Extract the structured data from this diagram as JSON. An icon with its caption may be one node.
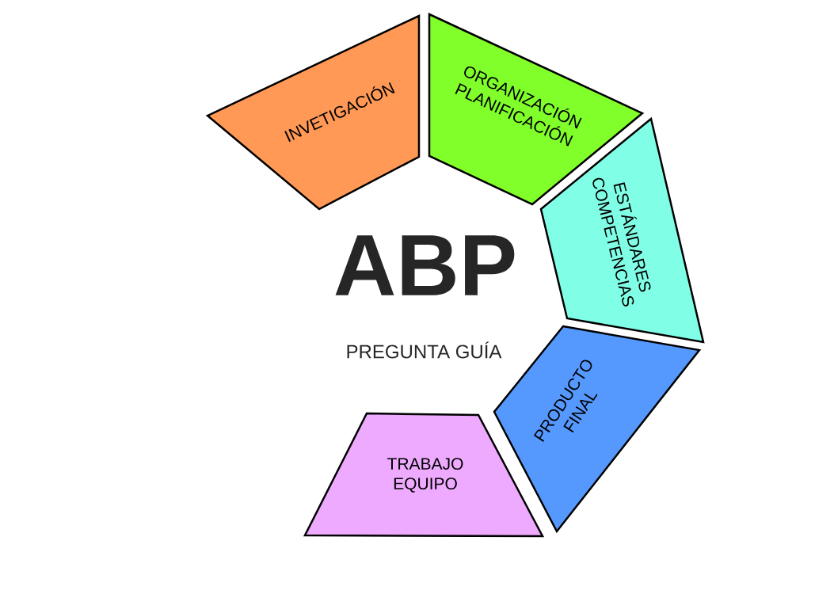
{
  "diagram": {
    "nodes": [
      {
        "text": [
          "INVETIGACIÓN"
        ]
      },
      {
        "text": [
          "ORGANIZACIÓN PLANIFICACIÓN"
        ]
      },
      {
        "text": [
          "ESTÁNDARES COMPETENCIAS"
        ]
      },
      {
        "text": [
          "PRODUCTO FINAL"
        ]
      },
      {
        "text": [
          "TRABAJO EQUIPO"
        ]
      }
    ],
    "labels": [
      "ABP",
      "PREGUNTA GUÍA"
    ]
  }
}
